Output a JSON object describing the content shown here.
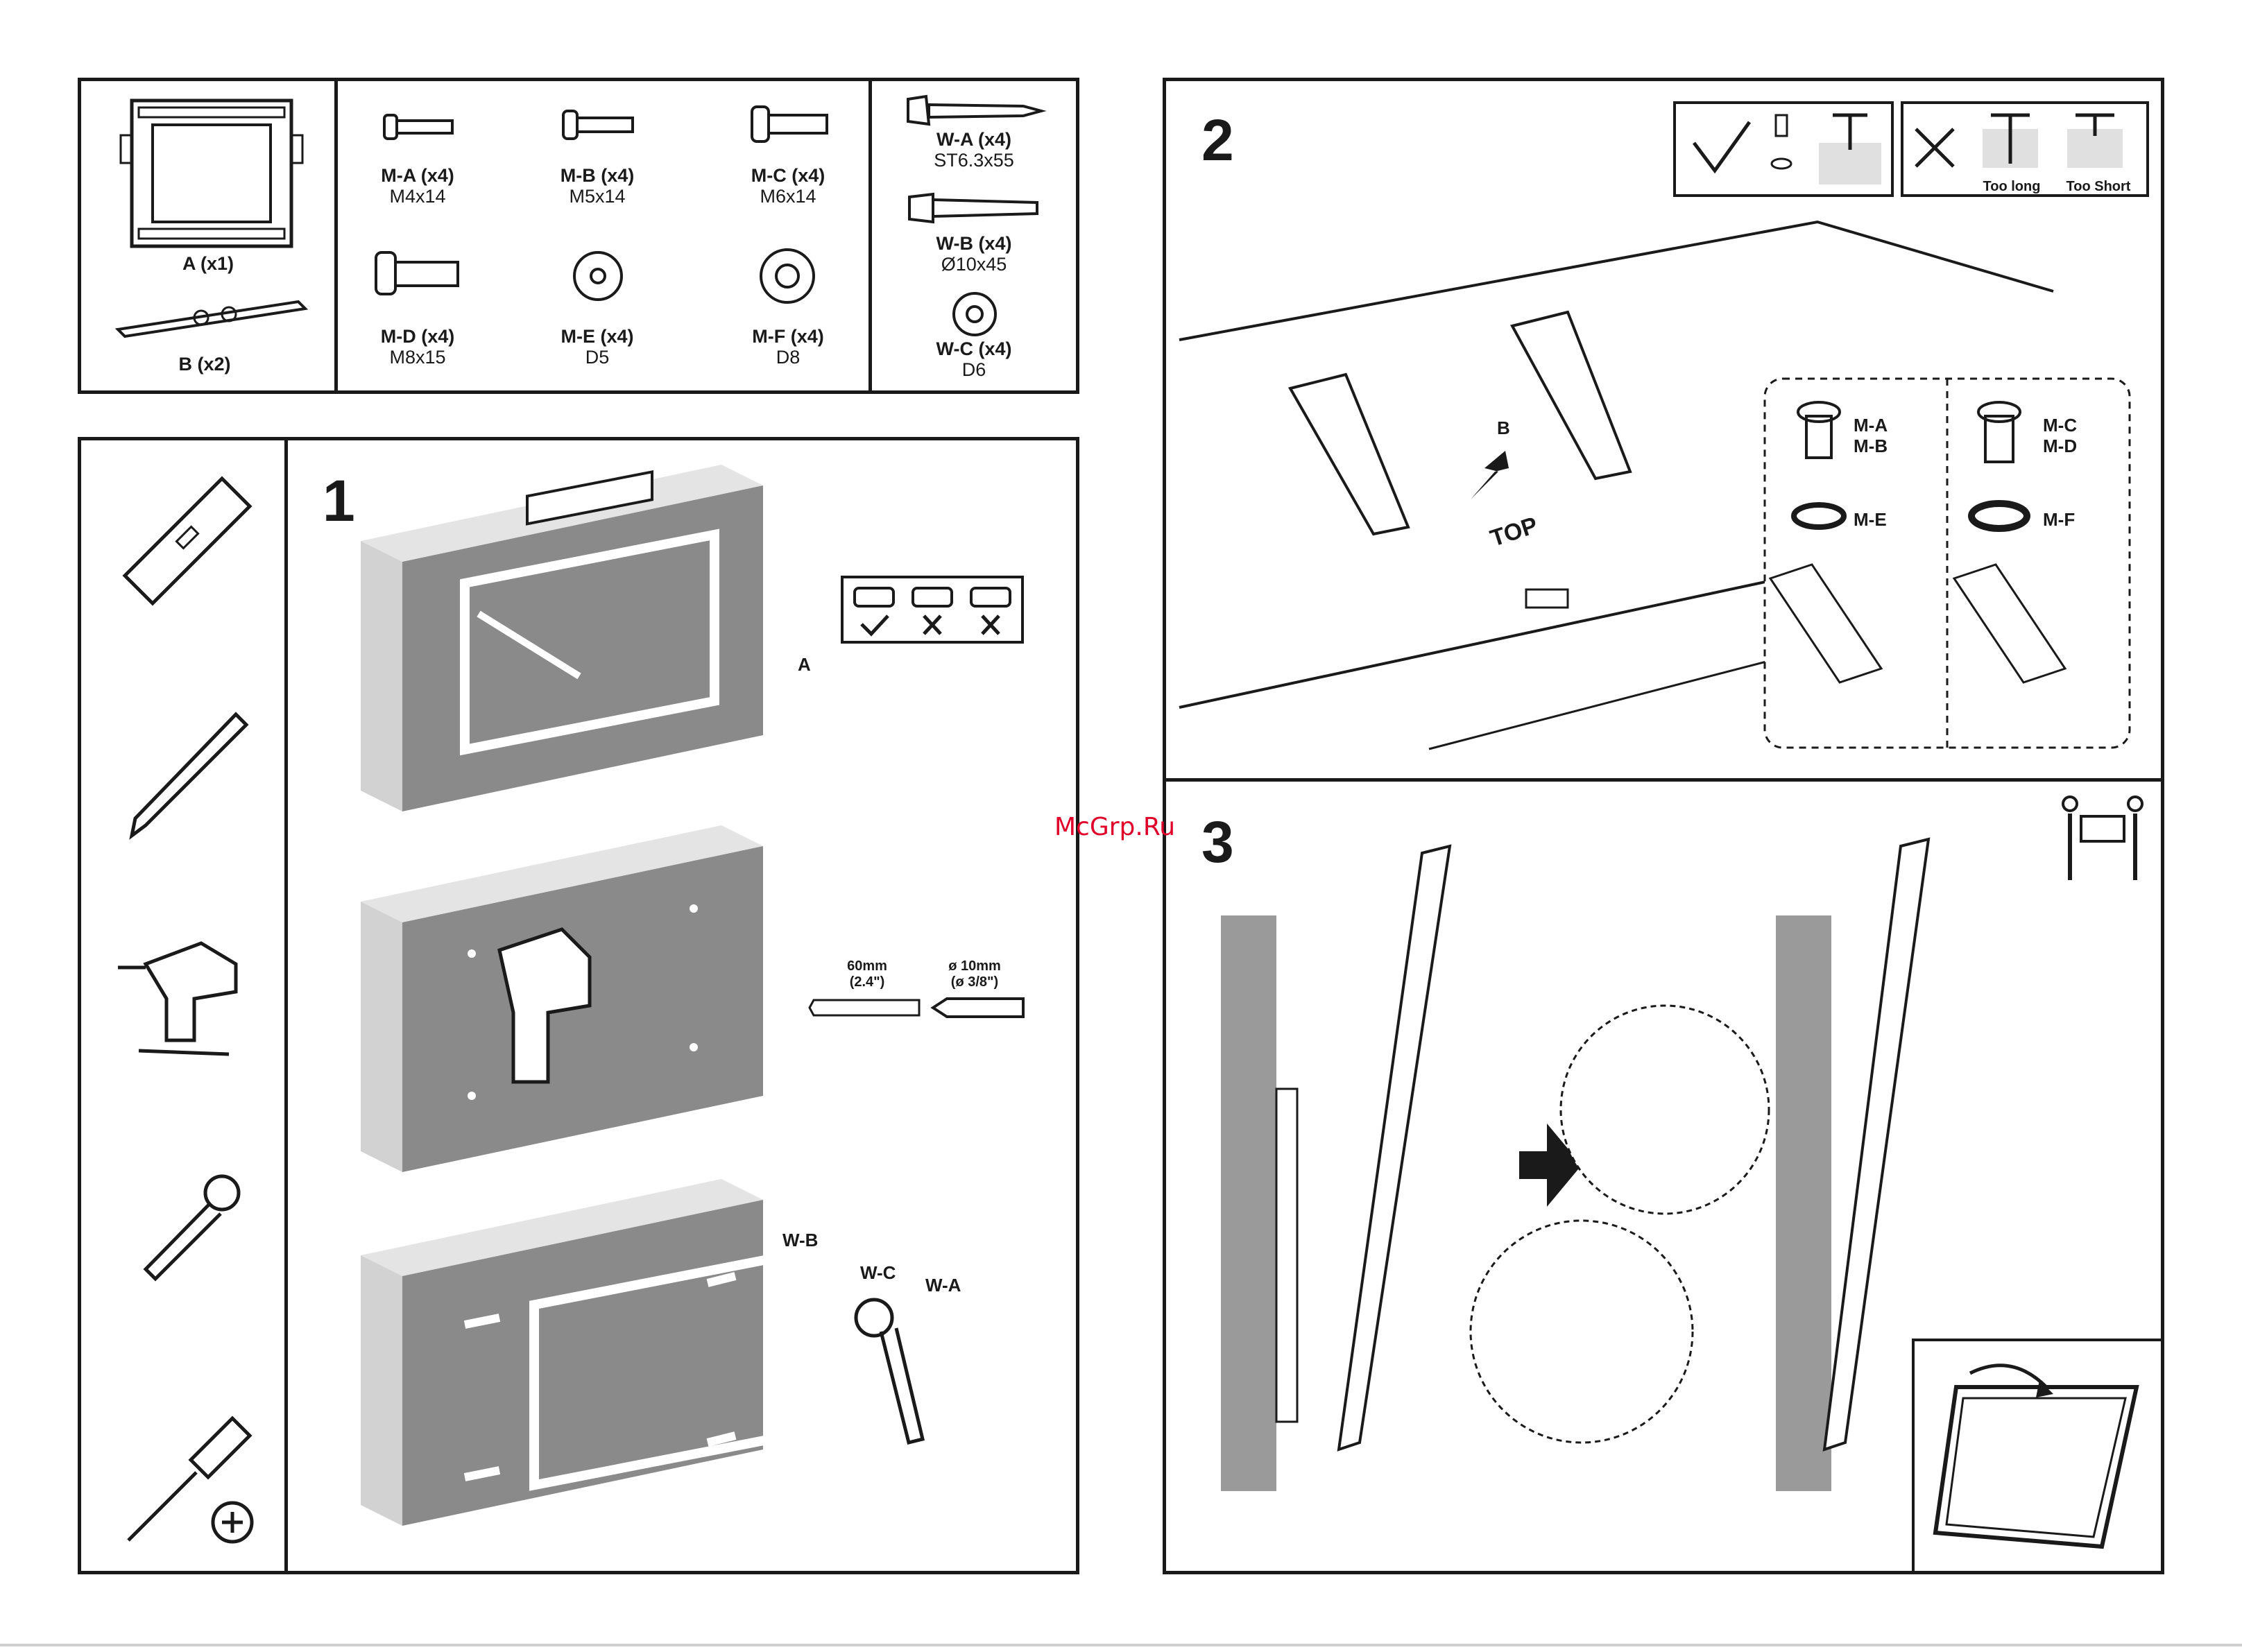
{
  "parts": {
    "bracket": [
      {
        "code": "A (x1)"
      },
      {
        "code": "B (x2)"
      }
    ],
    "screws": [
      {
        "code": "M-A (x4)",
        "spec": "M4x14"
      },
      {
        "code": "M-B (x4)",
        "spec": "M5x14"
      },
      {
        "code": "M-C (x4)",
        "spec": "M6x14"
      },
      {
        "code": "M-D (x4)",
        "spec": "M8x15"
      },
      {
        "code": "M-E (x4)",
        "spec": "D5"
      },
      {
        "code": "M-F (x4)",
        "spec": "D8"
      }
    ],
    "wall": [
      {
        "code": "W-A (x4)",
        "spec": "ST6.3x55"
      },
      {
        "code": "W-B (x4)",
        "spec": "Ø10x45"
      },
      {
        "code": "W-C (x4)",
        "spec": "D6"
      }
    ]
  },
  "steps": {
    "step1": {
      "number": "1",
      "label_a": "A",
      "label_wb": "W-B",
      "label_wc": "W-C",
      "label_wa": "W-A",
      "drill_depth": "60mm",
      "drill_depth_in": "(2.4\")",
      "drill_diam": "ø 10mm",
      "drill_diam_in": "(ø 3/8\")"
    },
    "step2": {
      "number": "2",
      "label_b": "B",
      "top": "TOP",
      "too_long": "Too long",
      "too_short": "Too Short",
      "combo1_a": "M-A",
      "combo1_b": "M-B",
      "combo1_washer": "M-E",
      "combo2_a": "M-C",
      "combo2_b": "M-D",
      "combo2_washer": "M-F"
    },
    "step3": {
      "number": "3"
    }
  },
  "watermark": "McGrp.Ru",
  "colors": {
    "ink": "#1a1a1a",
    "wall_gray": "#9a9a9a",
    "wall_texture": "#7d7d7d",
    "watermark": "#e0002a"
  }
}
